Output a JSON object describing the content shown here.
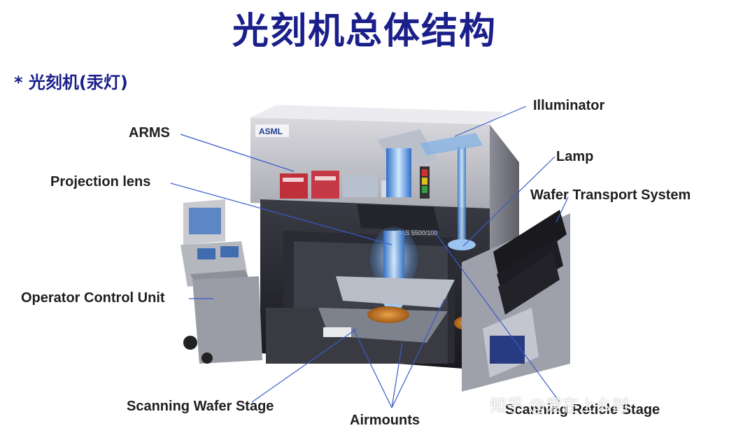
{
  "title": "光刻机总体结构",
  "subtitle": "* 光刻机(汞灯)",
  "labels": {
    "illuminator": "Illuminator",
    "arms": "ARMS",
    "lamp": "Lamp",
    "projection_lens": "Projection lens",
    "wafer_transport": "Wafer Transport System",
    "operator_control": "Operator Control Unit",
    "scanning_wafer_stage": "Scanning Wafer Stage",
    "airmounts": "Airmounts",
    "scanning_reticle_stage": "Scanning Reticle Stage"
  },
  "machine": {
    "brand": "ASML",
    "model": "PAS 5500/100"
  },
  "watermark": "知乎 @爱在上幺时",
  "colors": {
    "title": "#1a1f8a",
    "callout_line": "#3a5cc8",
    "label": "#202020"
  }
}
